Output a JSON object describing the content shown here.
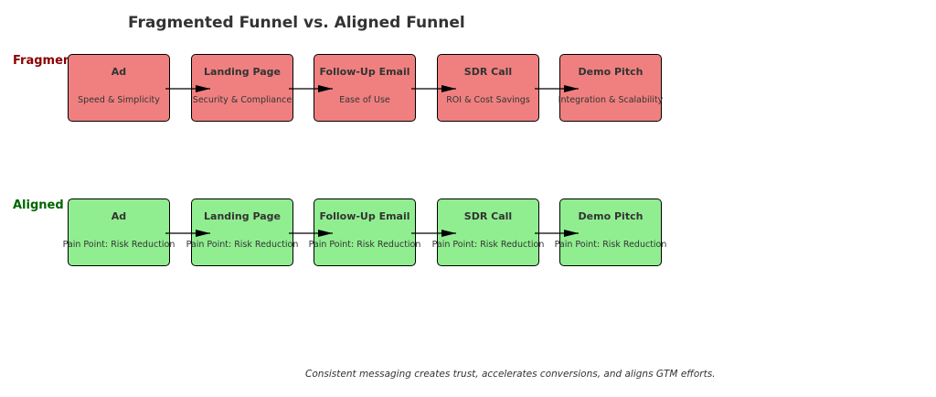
{
  "title": "Fragmented Funnel vs. Aligned Funnel",
  "fragmented": {
    "label": "Fragmented Funnel",
    "fill_color": "#f08080",
    "label_color": "#8b0000",
    "steps": [
      {
        "title": "Ad",
        "message": "Speed & Simplicity"
      },
      {
        "title": "Landing Page",
        "message": "Security & Compliance"
      },
      {
        "title": "Follow-Up Email",
        "message": "Ease of Use"
      },
      {
        "title": "SDR Call",
        "message": "ROI & Cost Savings"
      },
      {
        "title": "Demo Pitch",
        "message": "Integration & Scalability"
      }
    ]
  },
  "aligned": {
    "label": "Aligned Funnel",
    "fill_color": "#90ee90",
    "label_color": "#006400",
    "steps": [
      {
        "title": "Ad",
        "message": "Pain Point: Risk Reduction"
      },
      {
        "title": "Landing Page",
        "message": "Pain Point: Risk Reduction"
      },
      {
        "title": "Follow-Up Email",
        "message": "Pain Point: Risk Reduction"
      },
      {
        "title": "SDR Call",
        "message": "Pain Point: Risk Reduction"
      },
      {
        "title": "Demo Pitch",
        "message": "Pain Point: Risk Reduction"
      }
    ]
  },
  "footer": "Consistent messaging creates trust, accelerates conversions, and aligns GTM efforts."
}
